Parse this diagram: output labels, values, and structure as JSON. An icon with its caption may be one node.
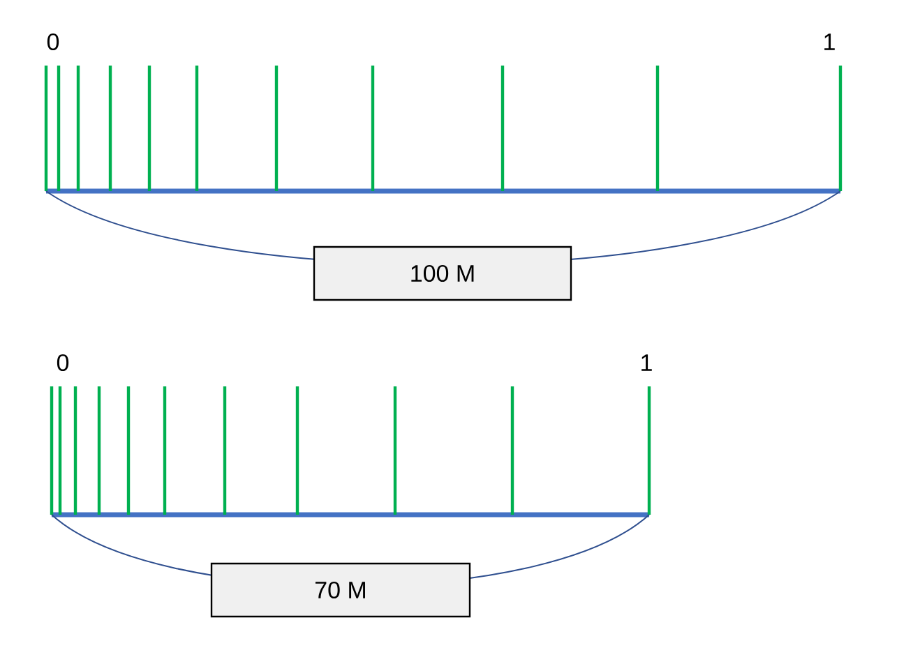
{
  "diagram": {
    "nodes": [
      {
        "text": [
          "100 M"
        ]
      },
      {
        "text": [
          "70 M"
        ]
      }
    ],
    "labels": [
      "0",
      "1",
      "0",
      "1"
    ]
  }
}
